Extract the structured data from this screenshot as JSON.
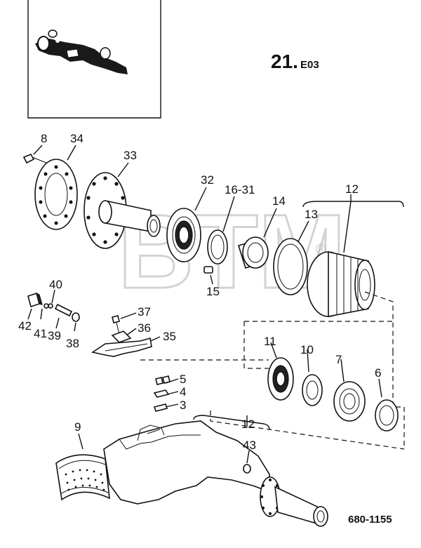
{
  "section": {
    "number": "21.",
    "code": "E03"
  },
  "drawing_ref": "680-1155",
  "watermark": {
    "text": "BTM",
    "mark": "®"
  },
  "callouts": {
    "c8": "8",
    "c34": "34",
    "c33": "33",
    "c32": "32",
    "c16_31": "16-31",
    "c14": "14",
    "c12a": "12",
    "c13": "13",
    "c15": "15",
    "c40": "40",
    "c42": "42",
    "c41": "41",
    "c39": "39",
    "c38": "38",
    "c37": "37",
    "c36": "36",
    "c35": "35",
    "c11": "11",
    "c10": "10",
    "c7": "7",
    "c6": "6",
    "c5": "5",
    "c4": "4",
    "c3": "3",
    "c9": "9",
    "c12b": "12",
    "c43": "43"
  }
}
